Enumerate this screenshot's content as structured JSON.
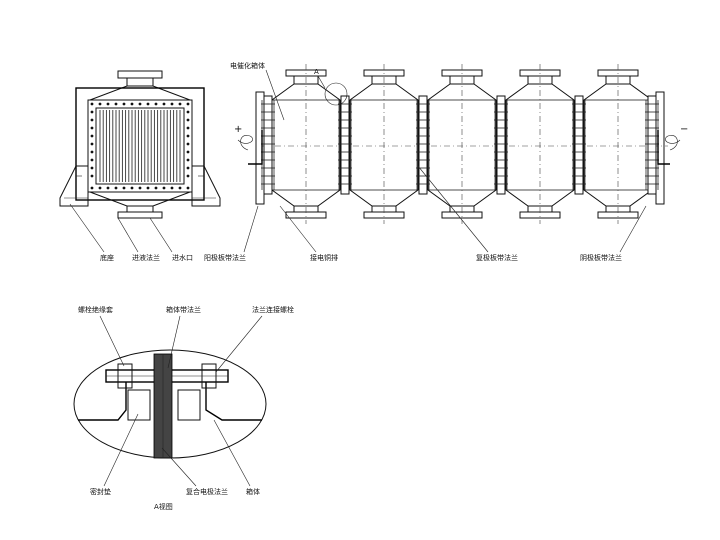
{
  "labels": {
    "electrolysis_box": "电催化箱体",
    "detail_mark": "A",
    "plus_sign": "+",
    "minus_sign": "−",
    "base": "底座",
    "inlet_flange": "进液法兰",
    "outlet": "进水口",
    "anode_flange": "阳极板带法兰",
    "ground_copper": "接电铜排",
    "composite_flange": "复极板带法兰",
    "cathode_flange": "阴极板带法兰",
    "bolt_sleeve": "螺栓绝缘套",
    "box_flange": "箱体带法兰",
    "flange_bolt": "法兰连接螺栓",
    "seal_pad": "密封垫",
    "detail_title": "A视图",
    "composite_electrode": "复合电极法兰",
    "box_body": "箱体"
  }
}
